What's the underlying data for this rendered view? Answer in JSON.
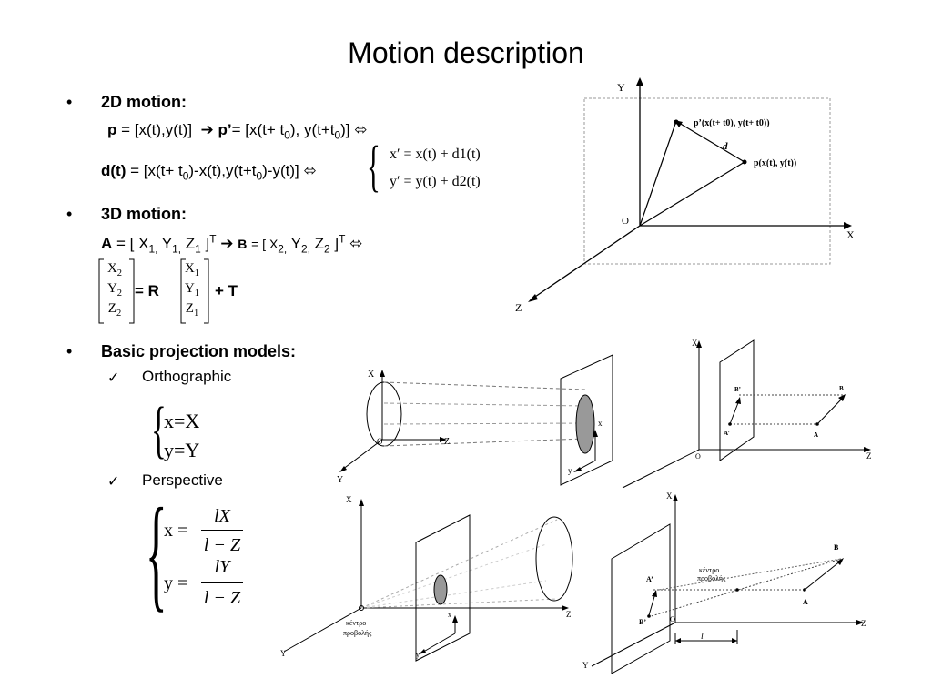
{
  "slide": {
    "title": "Motion description",
    "bullets": [
      {
        "marker": "•",
        "heading": "2D motion:"
      },
      {
        "marker": "•",
        "heading": "3D motion:"
      },
      {
        "marker": "•",
        "heading": "Basic projection models:"
      }
    ],
    "motion2d": {
      "p_label": "p",
      "p_eq": "= [x(t),y(t)]",
      "implies": "➔",
      "pprime_label": "p’",
      "pprime_eq_a": "= [x(t+ t",
      "pprime_eq_b": "), y(t+t",
      "pprime_eq_c": ")]",
      "sub0": "0",
      "iff": "⬄",
      "d_label": "d(t)",
      "d_eq_a": "= [x(t+ t",
      "d_eq_b": ")-x(t),y(t+t",
      "d_eq_c": ")-y(t)]",
      "sys_line1": "x′ = x(t) + d1(t)",
      "sys_line2": "y′ = y(t) + d2(t)"
    },
    "motion3d": {
      "A_label": "A",
      "A_eq": "= [ X",
      "s1": "1,",
      "Y": " Y",
      "Z": " Z",
      "s1b": "1",
      "close": " ]",
      "T_sup": "T",
      "implies": "➔",
      "B_label": "B",
      "B_eq": "= [ X",
      "s2": "2,",
      "s2b": "2",
      "iff": "⬄",
      "mat_left": [
        "X2",
        "Y2",
        "Z2"
      ],
      "mat_right": [
        "X1",
        "Y1",
        "Z1"
      ],
      "eq_R": "= R",
      "plus_T": "+ T"
    },
    "projection": {
      "check": "✓",
      "ortho": "Orthographic",
      "ortho_eq1": "x=X",
      "ortho_eq2": "y=Y",
      "persp": "Perspective",
      "persp_x": "x =",
      "persp_y": "y =",
      "num_x": "lX",
      "num_y": "lY",
      "den": "l − Z"
    }
  },
  "fig_motion2d": {
    "axis_y": "Y",
    "axis_x": "X",
    "axis_z": "Z",
    "origin": "O",
    "pprime_pt": "p’(x(t+ t0),  y(t+ t0))",
    "p_pt": "p(x(t),  y(t))",
    "d_vec": "d"
  },
  "fig_ortho_cyl": {
    "axis_x": "X",
    "axis_z": "Z",
    "axis_y": "Y",
    "origin": "O",
    "img_x": "x",
    "img_y": "y"
  },
  "fig_ortho_pts": {
    "axis_x": "X",
    "axis_z": "Z",
    "origin": "O",
    "B1": "B’",
    "B": "B",
    "A1": "A’",
    "A": "A"
  },
  "fig_persp_cyl": {
    "axis_x": "X",
    "axis_z": "Z",
    "axis_y": "Y",
    "center1": "κέντρο",
    "center2": "προβολής",
    "img_x": "x",
    "img_y": "y"
  },
  "fig_persp_pts": {
    "axis_x": "X",
    "axis_z": "Z",
    "axis_y": "Y",
    "origin": "O",
    "B": "B",
    "A1": "A’",
    "A": "A",
    "B1": "B’",
    "center1": "κέντρο",
    "center2": "προβολής",
    "l": "l"
  }
}
